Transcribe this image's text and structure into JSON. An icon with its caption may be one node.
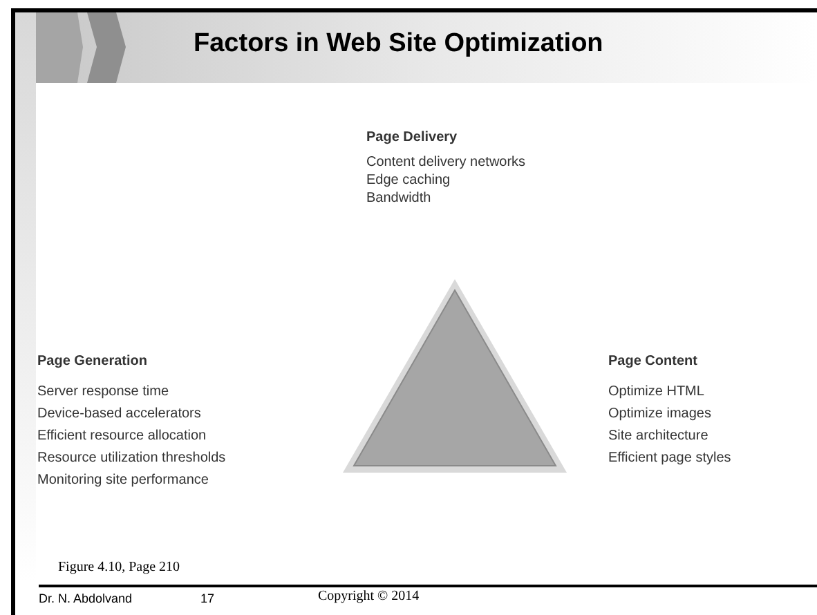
{
  "diagram": {
    "title": "Factors in Web Site Optimization",
    "labels": [
      "Page Delivery",
      "Content delivery networks",
      "Edge caching",
      "Bandwidth",
      "Page Generation",
      "Server response time",
      "Device-based accelerators",
      "Efficient resource allocation",
      "Resource utilization thresholds",
      "Monitoring site performance",
      "Page Content",
      "Optimize HTML",
      "Optimize images",
      "Site architecture",
      "Efficient page styles",
      "Figure 4.10, Page 210",
      "Dr. N. Abdolvand",
      "17",
      "Copyright © 2014"
    ]
  }
}
